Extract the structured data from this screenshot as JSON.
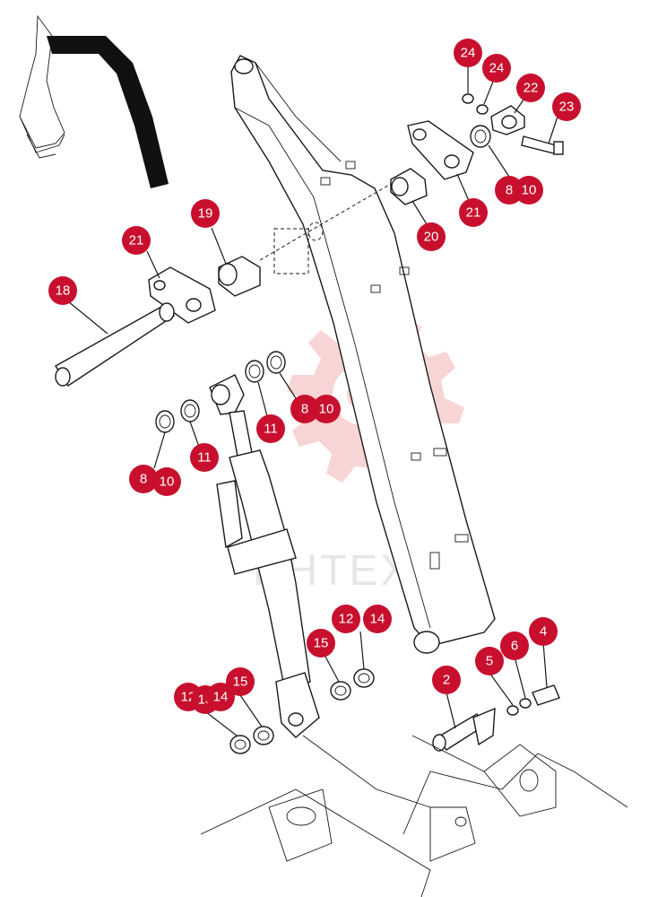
{
  "watermark": {
    "text": "ИНТЕХ",
    "color": "#f3b3b3"
  },
  "callout_color": "#c8102e",
  "callouts": [
    {
      "id": "24a",
      "label": "24"
    },
    {
      "id": "24b",
      "label": "24"
    },
    {
      "id": "22",
      "label": "22"
    },
    {
      "id": "23",
      "label": "23"
    },
    {
      "id": "8a",
      "label": "8"
    },
    {
      "id": "10a",
      "label": "10"
    },
    {
      "id": "21a",
      "label": "21"
    },
    {
      "id": "20",
      "label": "20"
    },
    {
      "id": "19",
      "label": "19"
    },
    {
      "id": "21b",
      "label": "21"
    },
    {
      "id": "18",
      "label": "18"
    },
    {
      "id": "8b",
      "label": "8"
    },
    {
      "id": "10b",
      "label": "10"
    },
    {
      "id": "11a",
      "label": "11"
    },
    {
      "id": "11b",
      "label": "11"
    },
    {
      "id": "8c",
      "label": "8"
    },
    {
      "id": "10c",
      "label": "10"
    },
    {
      "id": "12a",
      "label": "12"
    },
    {
      "id": "14a",
      "label": "14"
    },
    {
      "id": "15a",
      "label": "15"
    },
    {
      "id": "4",
      "label": "4"
    },
    {
      "id": "6",
      "label": "6"
    },
    {
      "id": "5",
      "label": "5"
    },
    {
      "id": "2",
      "label": "2"
    },
    {
      "id": "12b",
      "label": "12"
    },
    {
      "id": "13",
      "label": "13"
    },
    {
      "id": "14b",
      "label": "14"
    },
    {
      "id": "15b",
      "label": "15"
    }
  ]
}
